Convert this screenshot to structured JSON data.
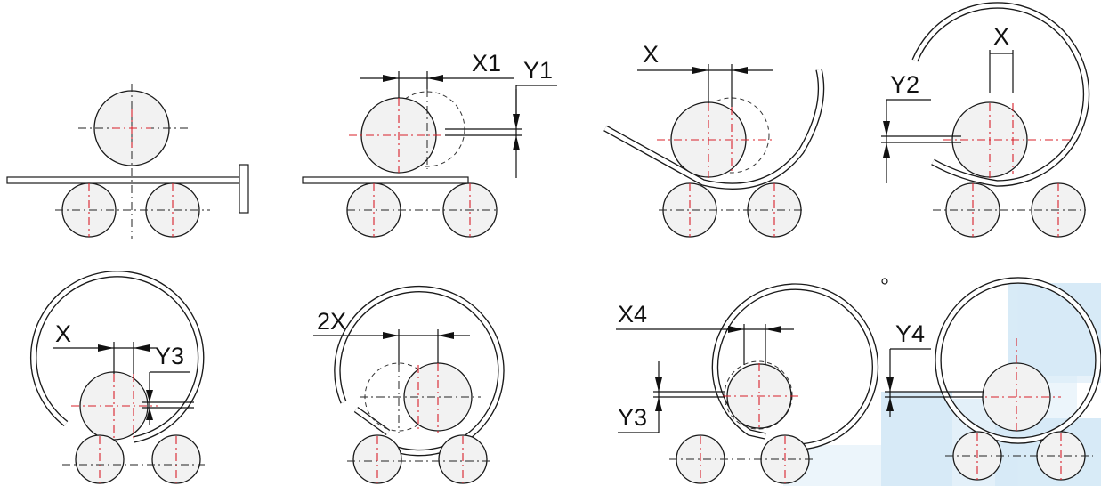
{
  "panels": [
    {
      "id": 1,
      "labels": []
    },
    {
      "id": 2,
      "labels": [
        "X1",
        "Y1"
      ]
    },
    {
      "id": 3,
      "labels": [
        "X"
      ]
    },
    {
      "id": 4,
      "labels": [
        "Y2",
        "X"
      ]
    },
    {
      "id": 5,
      "labels": [
        "X",
        "Y3"
      ]
    },
    {
      "id": 6,
      "labels": [
        "2X"
      ]
    },
    {
      "id": 7,
      "labels": [
        "X4",
        "Y3"
      ]
    },
    {
      "id": 8,
      "labels": [
        "Y4"
      ]
    }
  ],
  "colors": {
    "centerline": "#d8202a",
    "outline": "#1a1a1a",
    "roll_fill": "#f2f2f2",
    "watermark": "#4fa3dc"
  }
}
